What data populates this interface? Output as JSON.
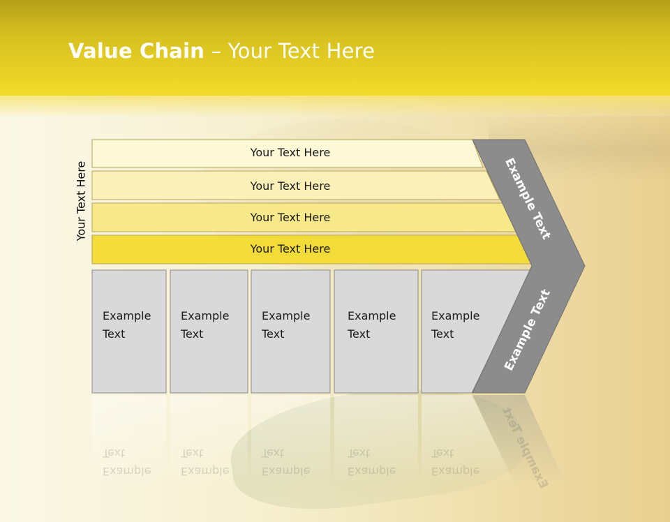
{
  "title": {
    "bold": "Value Chain",
    "rest": " – Your Text Here"
  },
  "side_label": "Your Text Here",
  "rows": [
    "Your Text Here",
    "Your Text Here",
    "Your Text Here",
    "Your Text Here"
  ],
  "row_colors": [
    "#fdf8d6",
    "#fbf1b8",
    "#f7e889",
    "#f3dc3a"
  ],
  "boxes": [
    {
      "line1": "Example",
      "line2": "Text"
    },
    {
      "line1": "Example",
      "line2": "Text"
    },
    {
      "line1": "Example",
      "line2": "Text"
    },
    {
      "line1": "Example",
      "line2": "Text"
    },
    {
      "line1": "Example",
      "line2": "Text"
    }
  ],
  "arrow": {
    "upper": "Example Text",
    "lower": "Example Text",
    "color": "#8c8c8c"
  }
}
